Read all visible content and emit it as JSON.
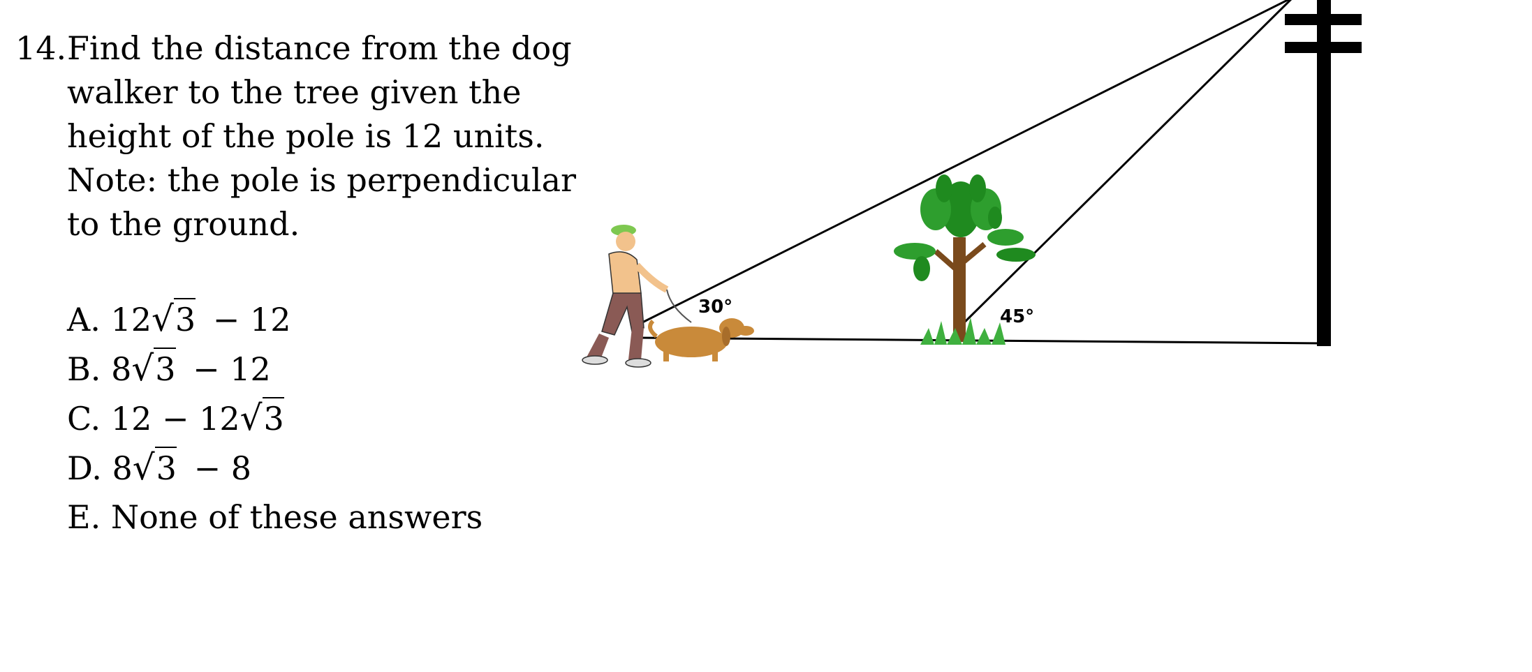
{
  "question": {
    "number": "14.",
    "lines": [
      "Find the distance from the dog",
      "walker to the tree given the",
      "height of the pole is 12 units.",
      "Note: the pole is perpendicular",
      "to the ground."
    ]
  },
  "choices": [
    {
      "letter": "A.",
      "pre": "12",
      "radicand": "3",
      "post": "− 12"
    },
    {
      "letter": "B.",
      "pre": "8",
      "radicand": "3",
      "post": "− 12"
    },
    {
      "letter": "C.",
      "pre": "12 − 12",
      "radicand": "3",
      "post": ""
    },
    {
      "letter": "D.",
      "pre": "8",
      "radicand": "3",
      "post": "− 8"
    },
    {
      "letter": "E.",
      "text": "None of these answers"
    }
  ],
  "diagram": {
    "angle_walker": "30°",
    "angle_tree": "45°",
    "colors": {
      "lines": "#000000",
      "foliage": "#1f8a1f",
      "trunk": "#7a4a1c",
      "dog": "#c98a3a",
      "pants": "#8a5a55",
      "shirt": "#f2c28c",
      "cap": "#7ec850"
    }
  }
}
